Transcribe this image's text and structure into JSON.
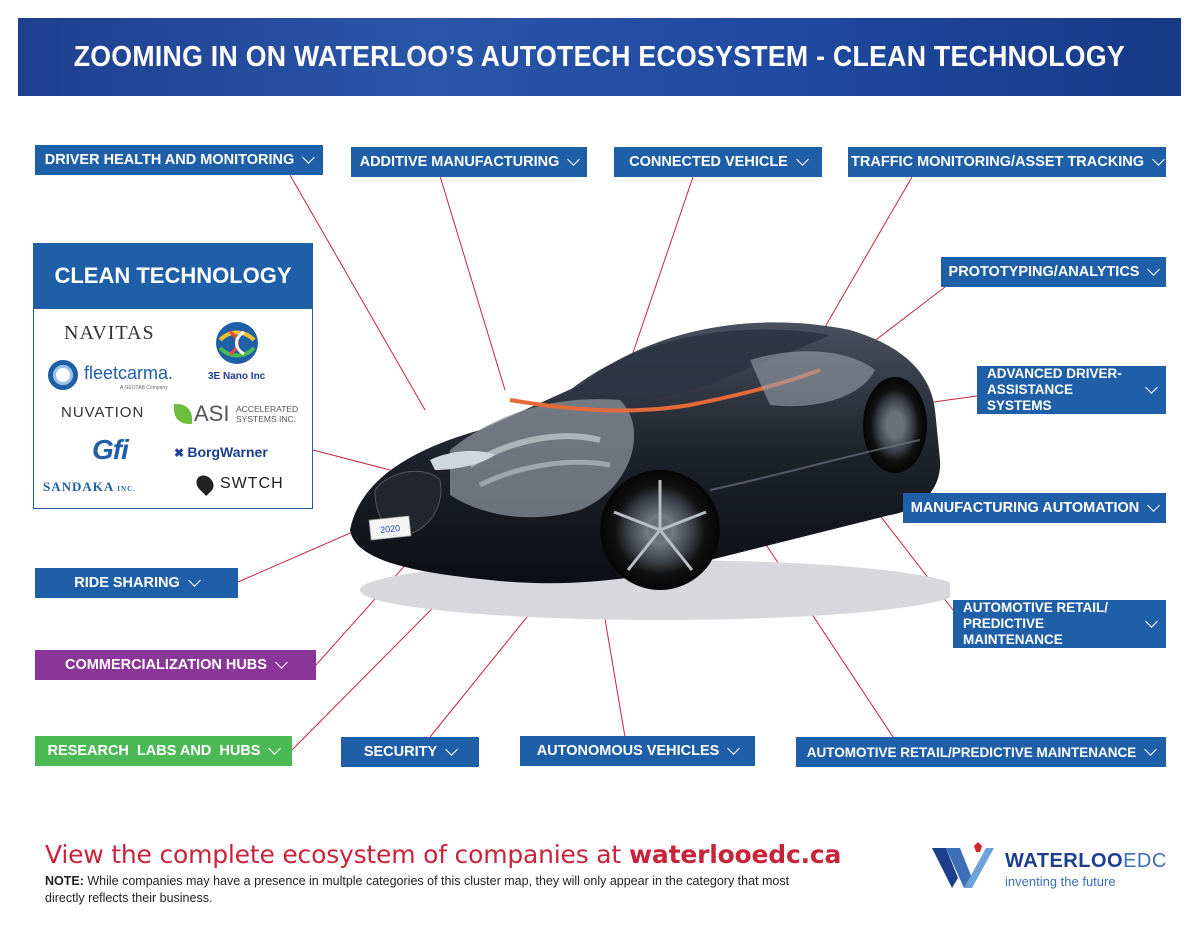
{
  "title": "ZOOMING IN ON WATERLOO’S AUTOTECH ECOSYSTEM - CLEAN TECHNOLOGY",
  "categories": {
    "driver_health": "DRIVER HEALTH AND MONITORING",
    "additive": "ADDITIVE MANUFACTURING",
    "connected": "CONNECTED VEHICLE",
    "traffic": "TRAFFIC MONITORING/ASSET TRACKING",
    "prototyping": "PROTOTYPING/ANALYTICS",
    "adas": "ADVANCED DRIVER-\nASSISTANCE SYSTEMS",
    "manufacturing": "MANUFACTURING AUTOMATION",
    "retail_right": "AUTOMOTIVE RETAIL/\nPREDICTIVE MAINTENANCE",
    "ride_sharing": "RIDE SHARING",
    "commercialization": "COMMERCIALIZATION HUBS",
    "research": "RESEARCH  LABS AND  HUBS",
    "security": "SECURITY",
    "autonomous": "AUTONOMOUS VEHICLES",
    "retail_bottom": "AUTOMOTIVE RETAIL/PREDICTIVE MAINTENANCE"
  },
  "clean_tech": {
    "heading": "CLEAN TECHNOLOGY",
    "companies": {
      "navitas": "NAVITAS",
      "nano": "3E Nano Inc",
      "fleetcarma": "fleetcarma.",
      "fleetcarma_sub": "A GEOTAB Company",
      "nuvation": "NUVATION",
      "asi": "ASI",
      "asi_sub1": "ACCELERATED",
      "asi_sub2": "SYSTEMS INC.",
      "gfi": "Gfi",
      "borgwarner": "BorgWarner",
      "sandaka": "SANDAKA",
      "sandaka_suffix": "INC.",
      "swtch": "SWTCH"
    }
  },
  "car": {
    "plate_year": "2020"
  },
  "footer": {
    "cta": "View the complete ecosystem of companies at",
    "url": "waterlooedc.ca",
    "note_label": "NOTE:",
    "note_text": " While companies may have a presence in multple categories of this cluster map, they will only appear in the category that most directly reflects their business."
  },
  "brand": {
    "name_bold": "WATERLOO",
    "name_light": "EDC",
    "tagline": "inventing the future"
  },
  "colors": {
    "category_blue": "#1f5fa8",
    "commercialization_purple": "#8a3598",
    "research_green": "#4bb955",
    "connector_red": "#c8243c"
  }
}
